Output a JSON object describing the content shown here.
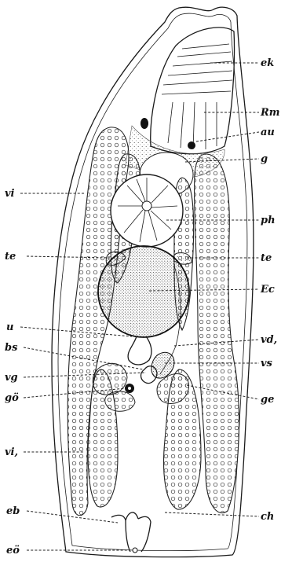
{
  "figure": {
    "labels": {
      "ek": "ek",
      "Rm": "Rm",
      "au": "au",
      "g": "g",
      "vi_upper": "vi",
      "ph": "ph",
      "te_left": "te",
      "te_right": "te",
      "Ec": "Ec",
      "u": "u",
      "vd": "vd,",
      "bs": "bs",
      "vs": "vs",
      "vg": "vg",
      "go": "gö",
      "ge": "ge",
      "vi_lower": "vi,",
      "eb": "eb",
      "ch": "ch",
      "eo": "eö"
    }
  }
}
